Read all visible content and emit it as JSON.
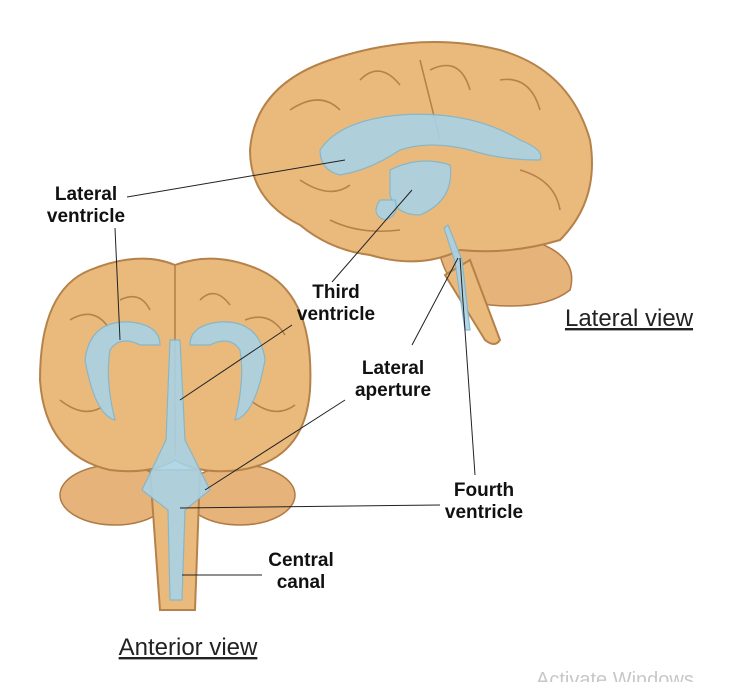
{
  "labels": {
    "lateral_ventricle": [
      "Lateral",
      "ventricle"
    ],
    "third_ventricle": [
      "Third",
      "ventricle"
    ],
    "lateral_aperture": [
      "Lateral",
      "aperture"
    ],
    "fourth_ventricle": [
      "Fourth",
      "ventricle"
    ],
    "central_canal": [
      "Central",
      "canal"
    ]
  },
  "views": {
    "lateral": "Lateral view",
    "anterior": "Anterior view"
  },
  "watermark": "Activate Windows",
  "colors": {
    "brain": "#eab97c",
    "ventricle": "#a9d3e6"
  }
}
